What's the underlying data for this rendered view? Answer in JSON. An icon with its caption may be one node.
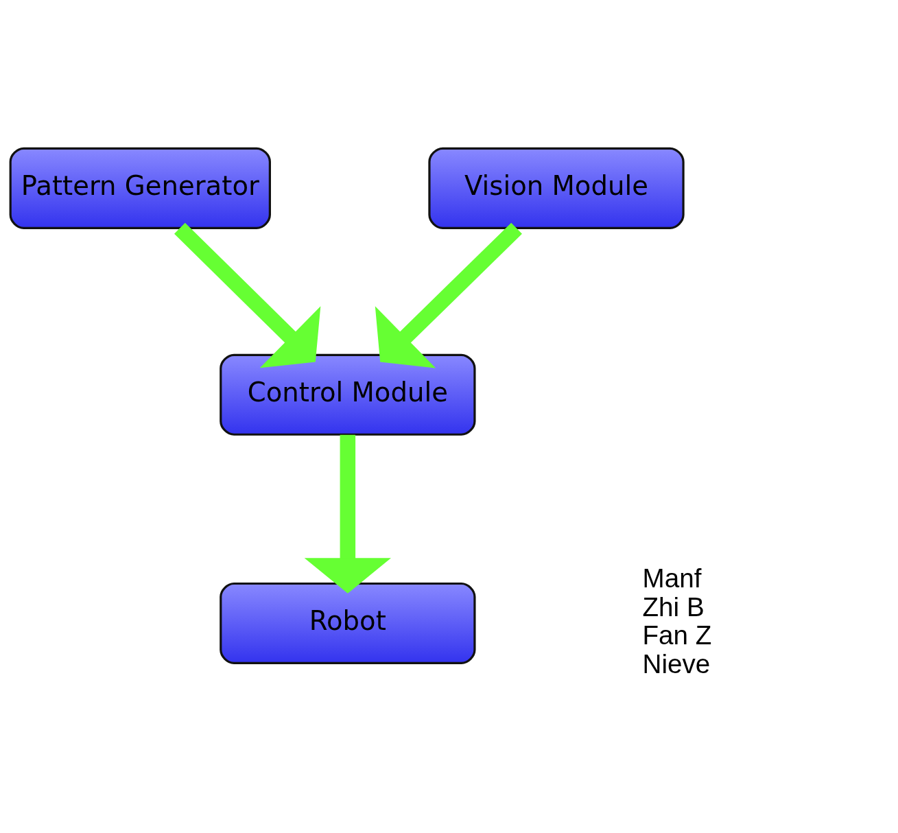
{
  "diagram": {
    "nodes": [
      {
        "text": [
          "Pattern Generator"
        ]
      },
      {
        "text": [
          "Vision Module"
        ]
      },
      {
        "text": [
          "Control Module"
        ]
      },
      {
        "text": [
          "Robot"
        ]
      }
    ],
    "edges": [
      {
        "from": 0,
        "to": 2,
        "arrow": "to"
      },
      {
        "from": 1,
        "to": 2,
        "arrow": "to"
      },
      {
        "from": 2,
        "to": 3,
        "arrow": "to"
      }
    ],
    "labels": [
      "Manf",
      "Zhi B",
      "Fan Z",
      "Nieve"
    ]
  }
}
